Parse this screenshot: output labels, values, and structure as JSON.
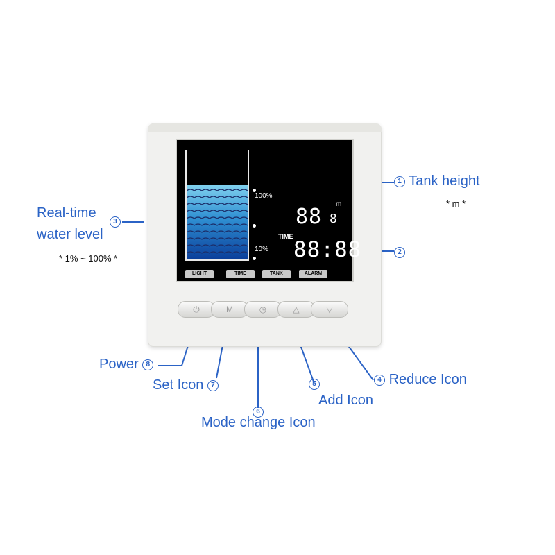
{
  "tank": {
    "level_percent": 68,
    "scale_top": "100%",
    "scale_bottom": "10%"
  },
  "display": {
    "height_value": "88",
    "height_decimal": "8",
    "height_unit": "m",
    "time_label": "TIME",
    "time_value": "88:88"
  },
  "screen_buttons": [
    "LIGHT",
    "TIME",
    "TANK",
    "ALARM"
  ],
  "device_buttons": [
    {
      "icon": "power-icon",
      "glyph": "⏻"
    },
    {
      "icon": "mode-icon",
      "glyph": "M"
    },
    {
      "icon": "clock-icon",
      "glyph": "◷"
    },
    {
      "icon": "up-triangle-icon",
      "glyph": "△"
    },
    {
      "icon": "down-triangle-icon",
      "glyph": "▽"
    }
  ],
  "callouts": {
    "tank_height": {
      "num": "1",
      "label": "Tank height",
      "note": "* m *"
    },
    "time": {
      "num": "2"
    },
    "water_level": {
      "num": "3",
      "line1": "Real-time",
      "line2": "water level",
      "note": "* 1% ~ 100% *"
    },
    "reduce": {
      "num": "4",
      "label": "Reduce Icon"
    },
    "add": {
      "num": "5",
      "label": "Add Icon"
    },
    "mode": {
      "num": "6",
      "label": "Mode change Icon"
    },
    "set": {
      "num": "7",
      "label": "Set Icon"
    },
    "power": {
      "num": "8",
      "label": "Power"
    }
  },
  "colors": {
    "callout_blue": "#2b63c6",
    "water_light": "#7fd0ee",
    "water_dark": "#0a3e9a"
  }
}
